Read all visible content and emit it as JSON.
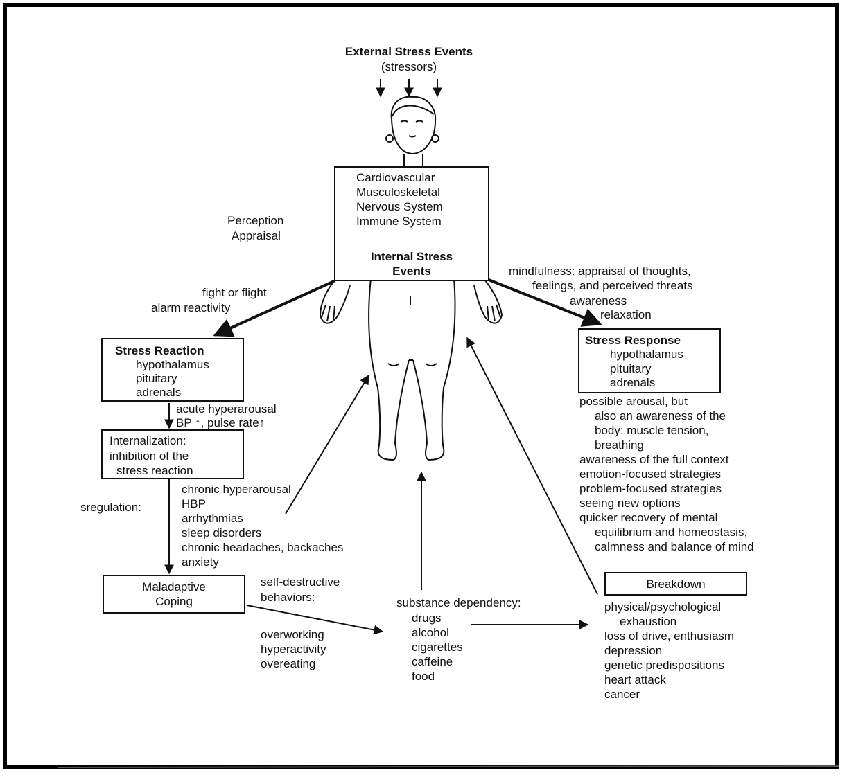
{
  "external": {
    "title": "External Stress Events",
    "subtitle": "(stressors)"
  },
  "body_box": {
    "systems": [
      "Cardiovascular",
      "Musculoskeletal",
      "Nervous System",
      "Immune System"
    ],
    "internal_line1": "Internal Stress",
    "internal_line2": "Events"
  },
  "perception": {
    "line1": "Perception",
    "line2": "Appraisal"
  },
  "left_path": {
    "line1": "fight or flight",
    "line2": "alarm reactivity"
  },
  "right_path": {
    "line1": "mindfulness: appraisal of thoughts,",
    "line2": "feelings, and perceived threats",
    "line3": "awareness",
    "line4": "relaxation"
  },
  "stress_reaction": {
    "title": "Stress Reaction",
    "items": [
      "hypothalamus",
      "pituitary",
      "adrenals"
    ]
  },
  "hyperarousal": {
    "line1": "acute hyperarousal",
    "line2": "BP ↑, pulse rate↑"
  },
  "internalization": {
    "line1": "Internalization:",
    "line2": "inhibition of the",
    "line3": "stress reaction"
  },
  "dysregulation_label": "sregulation:",
  "chronic": [
    "chronic hyperarousal",
    "HBP",
    "arrhythmias",
    "sleep disorders",
    "chronic headaches, backaches",
    "anxiety"
  ],
  "maladaptive": {
    "line1": "Maladaptive",
    "line2": "Coping"
  },
  "self_destructive": {
    "line1": "self-destructive",
    "line2": "behaviors:"
  },
  "behaviors": [
    "overworking",
    "hyperactivity",
    "overeating"
  ],
  "substance": {
    "title": "substance dependency:",
    "items": [
      "drugs",
      "alcohol",
      "cigarettes",
      "caffeine",
      "food"
    ]
  },
  "stress_response": {
    "title": "Stress Response",
    "items": [
      "hypothalamus",
      "pituitary",
      "adrenals"
    ]
  },
  "response_outcomes": [
    {
      "text": "possible arousal, but",
      "indent": false
    },
    {
      "text": "also an awareness of the",
      "indent": true
    },
    {
      "text": "body: muscle tension,",
      "indent": true
    },
    {
      "text": "breathing",
      "indent": true
    },
    {
      "text": "awareness of the full context",
      "indent": false
    },
    {
      "text": "emotion-focused strategies",
      "indent": false
    },
    {
      "text": "problem-focused strategies",
      "indent": false
    },
    {
      "text": "seeing new options",
      "indent": false
    },
    {
      "text": "quicker recovery of mental",
      "indent": false
    },
    {
      "text": "equilibrium and homeostasis,",
      "indent": true
    },
    {
      "text": "calmness and balance of mind",
      "indent": true
    }
  ],
  "breakdown": {
    "title": "Breakdown",
    "items": [
      {
        "text": "physical/psychological",
        "indent": false
      },
      {
        "text": "exhaustion",
        "indent": true
      },
      {
        "text": "loss of drive, enthusiasm",
        "indent": false
      },
      {
        "text": "depression",
        "indent": false
      },
      {
        "text": "genetic predispositions",
        "indent": false
      },
      {
        "text": "heart attack",
        "indent": false
      },
      {
        "text": "cancer",
        "indent": false
      }
    ]
  }
}
